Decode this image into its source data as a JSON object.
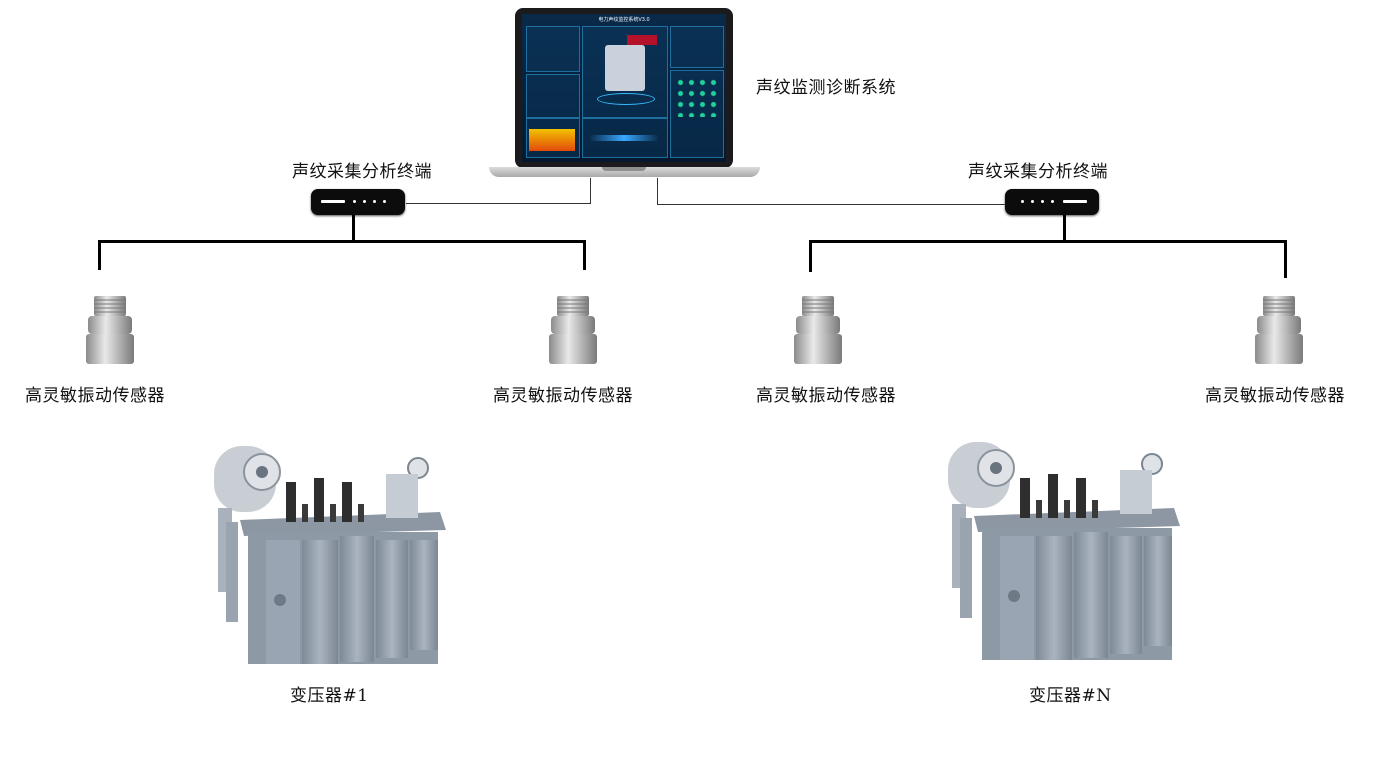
{
  "system": {
    "label": "声纹监测诊断系统"
  },
  "screen": {
    "title": "电力声纹监控系统V3.0"
  },
  "terminals": [
    {
      "label": "声纹采集分析终端"
    },
    {
      "label": "声纹采集分析终端"
    }
  ],
  "sensors": [
    {
      "label": "高灵敏振动传感器"
    },
    {
      "label": "高灵敏振动传感器"
    },
    {
      "label": "高灵敏振动传感器"
    },
    {
      "label": "高灵敏振动传感器"
    }
  ],
  "transformers": [
    {
      "label": "变压器#1"
    },
    {
      "label": "变压器#N"
    }
  ],
  "colors": {
    "wire": "#000000",
    "transformer_body": "#9aa5b3",
    "screen_bg": "#0a2a4a"
  }
}
